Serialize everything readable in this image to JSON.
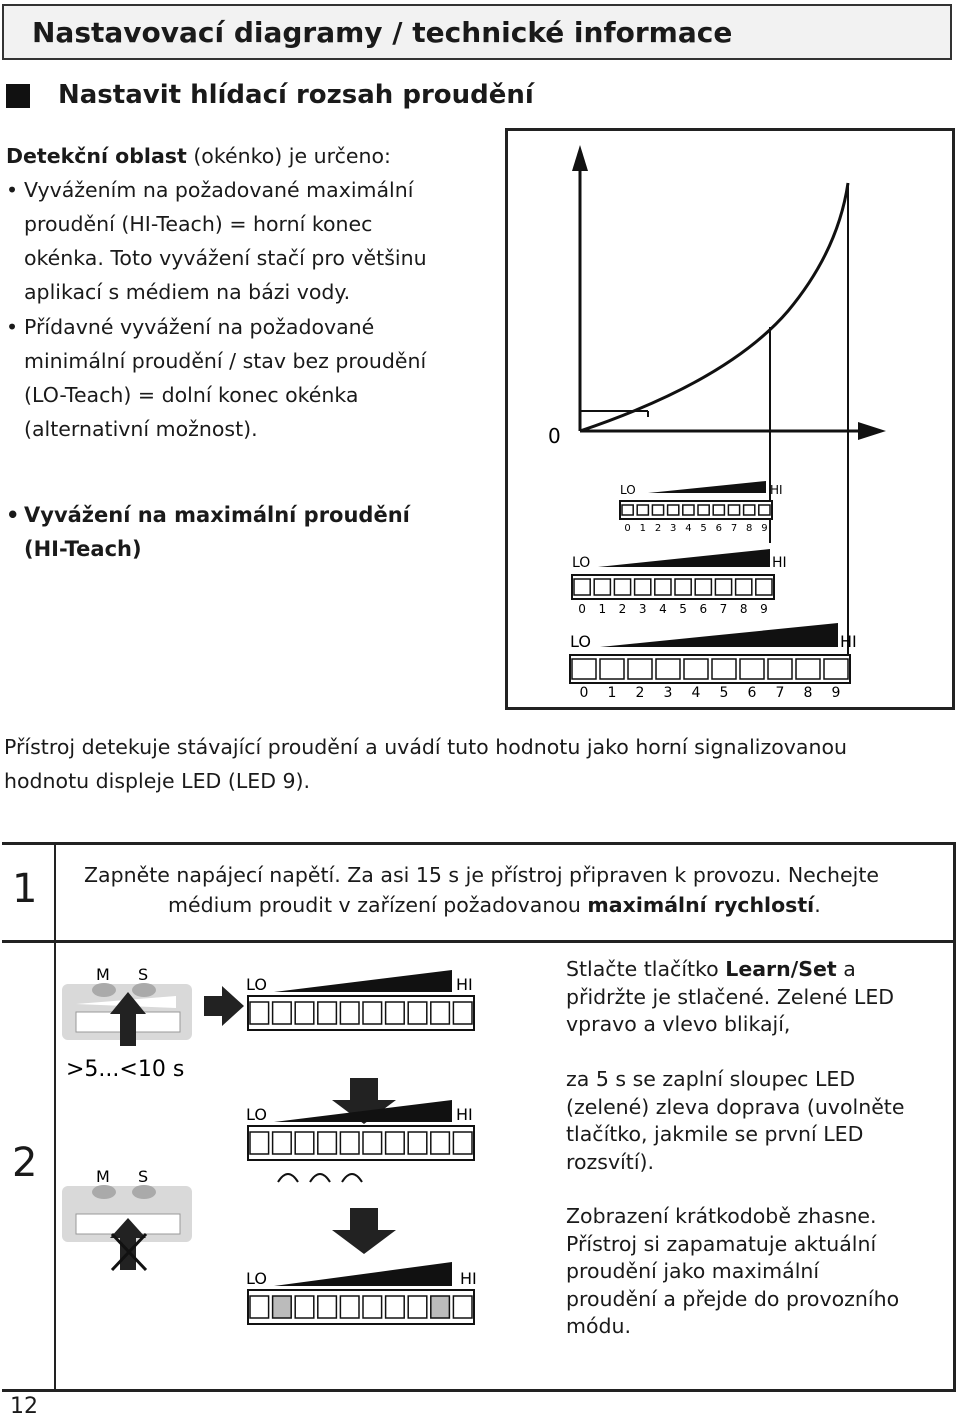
{
  "header": {
    "title": "Nastavovací diagramy / technické informace",
    "section_heading": "Nastavit hlídací rozsah proudění"
  },
  "intro": {
    "lead_bold": "Detekční oblast",
    "lead_rest": " (okénko) je určeno:",
    "bullet1_lines": [
      "Vyvážením na požadované maximální",
      "proudění (HI-Teach) = horní konec",
      "okénka. Toto vyvážení stačí pro většinu",
      "aplikací s  médiem na bázi vody."
    ],
    "bullet2_lines": [
      "Přídavné vyvážení na požadované",
      "minimální proudění / stav bez proudění",
      "(LO-Teach) = dolní konec okénka",
      "(alternativní možnost)."
    ]
  },
  "diagram": {
    "zero_label": "0",
    "lo": "LO",
    "hi": "HI",
    "scale": [
      "0",
      "1",
      "2",
      "3",
      "4",
      "5",
      "6",
      "7",
      "8",
      "9"
    ]
  },
  "hi_teach": {
    "bullet": "•",
    "line1": "Vyvážení na maximální proudění",
    "line2": "(HI-Teach)"
  },
  "device_paragraph": {
    "line1": "Přístroj detekuje stávající proudění a uvádí tuto hodnotu jako horní signalizovanou",
    "line2": "hodnotu displeje LED (LED 9)."
  },
  "steps": [
    {
      "number": "1",
      "line1": "Zapněte napájecí napětí. Za asi 15 s  je přístroj připraven k  provozu. Nechejte",
      "line2_pre": "médium proudit v  zařízení požadovanou ",
      "line2_bold": "maximální rychlostí",
      "line2_post": "."
    },
    {
      "number": "2",
      "button_m": "M",
      "button_s": "S",
      "timing": ">5...<10 s",
      "text_a_pre": "Stlačte tlačítko ",
      "text_a_bold": "Learn/Set",
      "text_a_post": " a",
      "text_a_lines": [
        "přidržte je stlačené. Zelené LED",
        "vpravo a vlevo blikají,"
      ],
      "text_b_lines": [
        "za 5 s  se zapl­ ní sloupec LED",
        "(zelené) zleva doprava (uvolněte",
        "tlačítko, jakmile se první LED",
        "rozsvítí)."
      ],
      "text_c_lines": [
        "Zobrazení krátkodobě zhasne.",
        "Přístroj si zapamatuje aktuální",
        "proudění jako maximální",
        "proudění a přejde do provozního",
        "módu."
      ]
    }
  ],
  "page_number": "12"
}
